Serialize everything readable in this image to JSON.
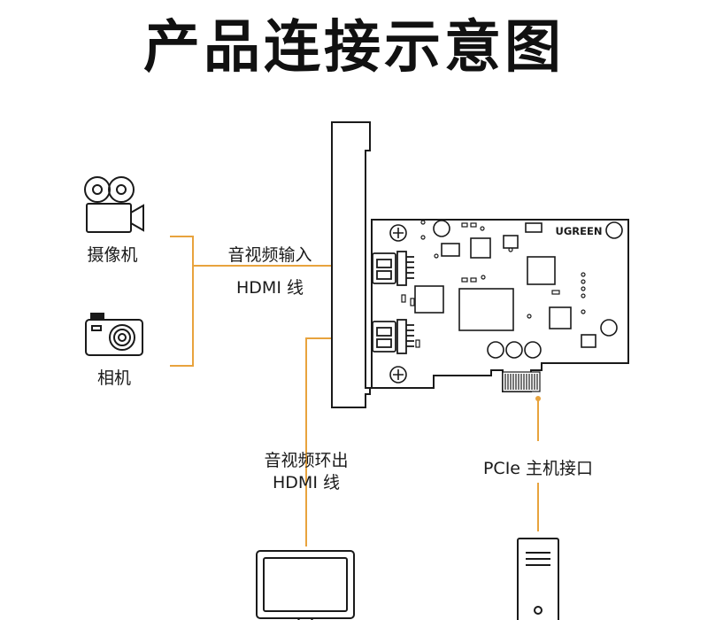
{
  "title": "产品连接示意图",
  "brand": "UGREEN",
  "devices": {
    "camcorder": "摄像机",
    "camera": "相机"
  },
  "connections": {
    "input_line1": "音视频输入",
    "input_line2": "HDMI 线",
    "output_line1": "音视频环出",
    "output_line2": "HDMI 线",
    "pcie_label": "PCIe 主机接口"
  },
  "colors": {
    "connector_line": "#e8a33d",
    "outline": "#1a1a1a",
    "background": "#ffffff"
  }
}
